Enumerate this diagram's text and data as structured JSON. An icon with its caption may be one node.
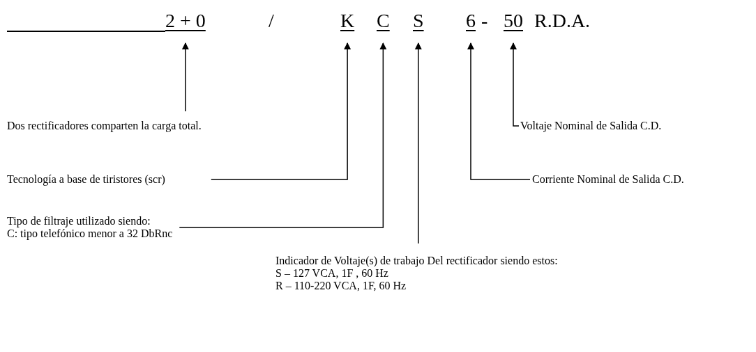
{
  "diagram": {
    "nodes": [
      {
        "text": [
          "2 + 0"
        ]
      },
      {
        "text": [
          "K"
        ]
      },
      {
        "text": [
          "C"
        ]
      },
      {
        "text": [
          "S"
        ]
      },
      {
        "text": [
          "6"
        ]
      },
      {
        "text": [
          "50"
        ]
      },
      {
        "text": [
          "Dos rectificadores comparten la carga total."
        ]
      },
      {
        "text": [
          "Tecnología a base de tiristores (scr)"
        ]
      },
      {
        "text": [
          "Tipo de filtraje utilizado siendo:",
          "C: tipo telefónico menor a 32 DbRnc"
        ]
      },
      {
        "text": [
          "Indicador de Voltaje(s) de trabajo Del rectificador siendo estos:",
          "S – 127 VCA, 1F , 60 Hz",
          "R – 110-220 VCA, 1F, 60 Hz"
        ]
      },
      {
        "text": [
          "Corriente Nominal de Salida C.D."
        ]
      },
      {
        "text": [
          "Voltaje Nominal de Salida C.D."
        ]
      }
    ],
    "edges": [
      {
        "from": 6,
        "to": 0,
        "arrow": "to"
      },
      {
        "from": 7,
        "to": 1,
        "arrow": "to"
      },
      {
        "from": 8,
        "to": 2,
        "arrow": "to"
      },
      {
        "from": 9,
        "to": 3,
        "arrow": "to"
      },
      {
        "from": 10,
        "to": 4,
        "arrow": "to"
      },
      {
        "from": 11,
        "to": 5,
        "arrow": "to"
      }
    ],
    "labels": [
      "/",
      "-",
      "R.D.A."
    ]
  }
}
